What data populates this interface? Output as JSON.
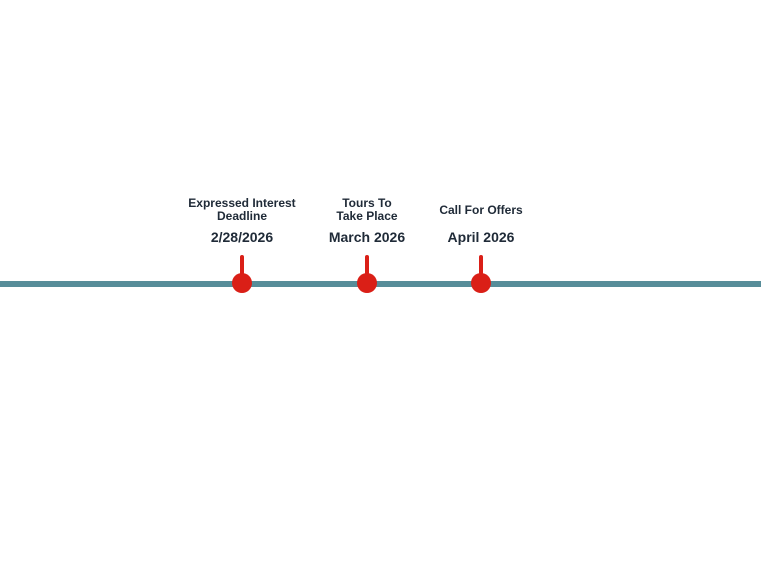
{
  "timeline": {
    "line_color": "#578d99",
    "marker_color": "#da1f17",
    "text_color": "#202b38",
    "milestones": [
      {
        "title": "Expressed Interest\nDeadline",
        "date": "2/28/2026"
      },
      {
        "title": "Tours To\nTake Place",
        "date": "March 2026"
      },
      {
        "title": "Call For Offers",
        "date": "April 2026"
      }
    ]
  }
}
